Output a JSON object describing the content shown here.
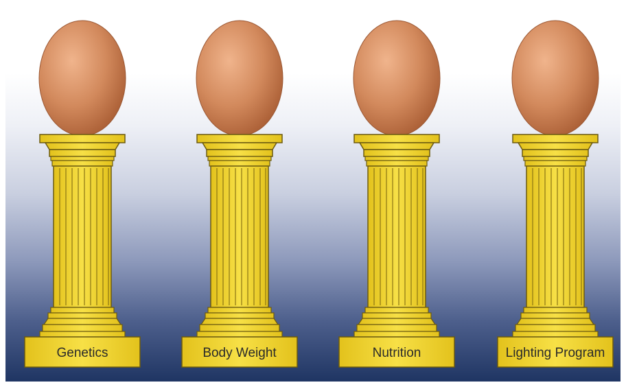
{
  "pillars": [
    {
      "id": "genetics",
      "label": "Genetics"
    },
    {
      "id": "body-weight",
      "label": "Body Weight"
    },
    {
      "id": "nutrition",
      "label": "Nutrition"
    },
    {
      "id": "lighting-program",
      "label": "Lighting Program"
    }
  ],
  "colors": {
    "column_gold": "#f2d52a",
    "column_outline": "#6b5a10",
    "egg_light": "#e8a37a",
    "egg_dark": "#b9663a"
  }
}
